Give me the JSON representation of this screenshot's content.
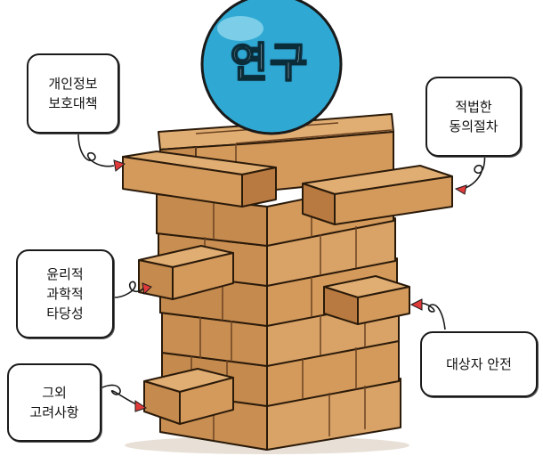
{
  "ball": {
    "label": "연구",
    "color": "#2fa9d3"
  },
  "blocks": {
    "color": "#d49a5c",
    "side_color": "#b87a40",
    "outline": "#2a1a0a"
  },
  "labels": {
    "privacy": [
      "개인정보",
      "보호대책"
    ],
    "procedure": [
      "적법한",
      "동의절차"
    ],
    "ethics": [
      "윤리적",
      "과학적",
      "타당성"
    ],
    "safety": [
      "대상자 안전"
    ],
    "other": [
      "그외",
      "고려사항"
    ]
  },
  "arrow_color": "#e03a3a"
}
